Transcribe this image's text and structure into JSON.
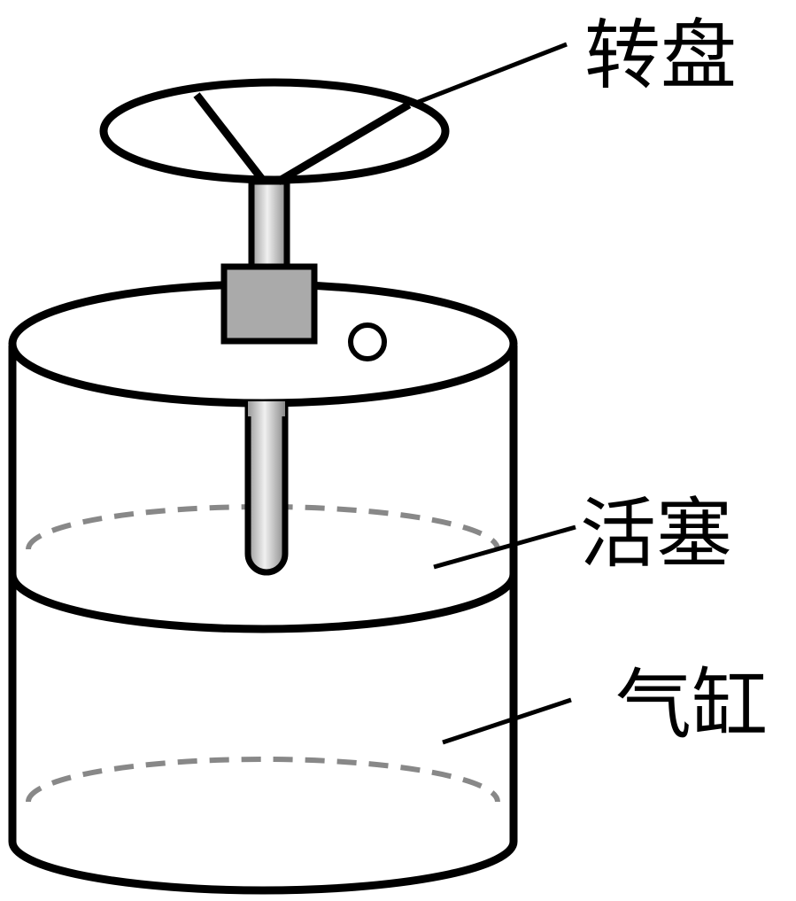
{
  "labels": {
    "turntable": "转盘",
    "piston": "活塞",
    "cylinder": "气缸"
  },
  "colors": {
    "stroke": "#000000",
    "dashed": "#888888",
    "block": "#aaaaaa"
  }
}
